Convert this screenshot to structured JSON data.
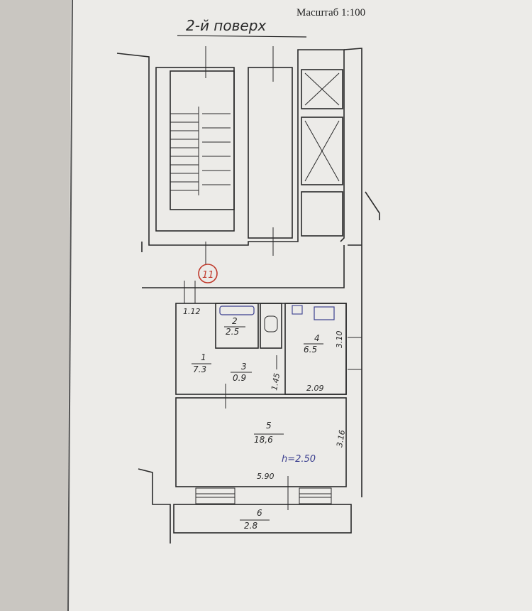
{
  "header": {
    "scale_label": "Масштаб 1:100",
    "floor_note": "2-й поверх"
  },
  "apartment_number": "11",
  "rooms": [
    {
      "number": "1",
      "area": "7.3"
    },
    {
      "number": "2",
      "area": "2.5"
    },
    {
      "number": "3",
      "area": "0.9"
    },
    {
      "number": "4",
      "area": "6.5"
    },
    {
      "number": "5",
      "area": "18,6"
    },
    {
      "number": "6",
      "area": "2.8"
    }
  ],
  "dimensions": {
    "hall_width": "1.12",
    "room4_length": "3.10",
    "room4_width": "2.09",
    "corridor": "1.45",
    "room5_depth": "3.16",
    "room5_width": "5.90",
    "ceiling_height": "h=2.50"
  },
  "colors": {
    "marker_red": "#c0392b",
    "ink_blue": "#3b3f8f"
  }
}
